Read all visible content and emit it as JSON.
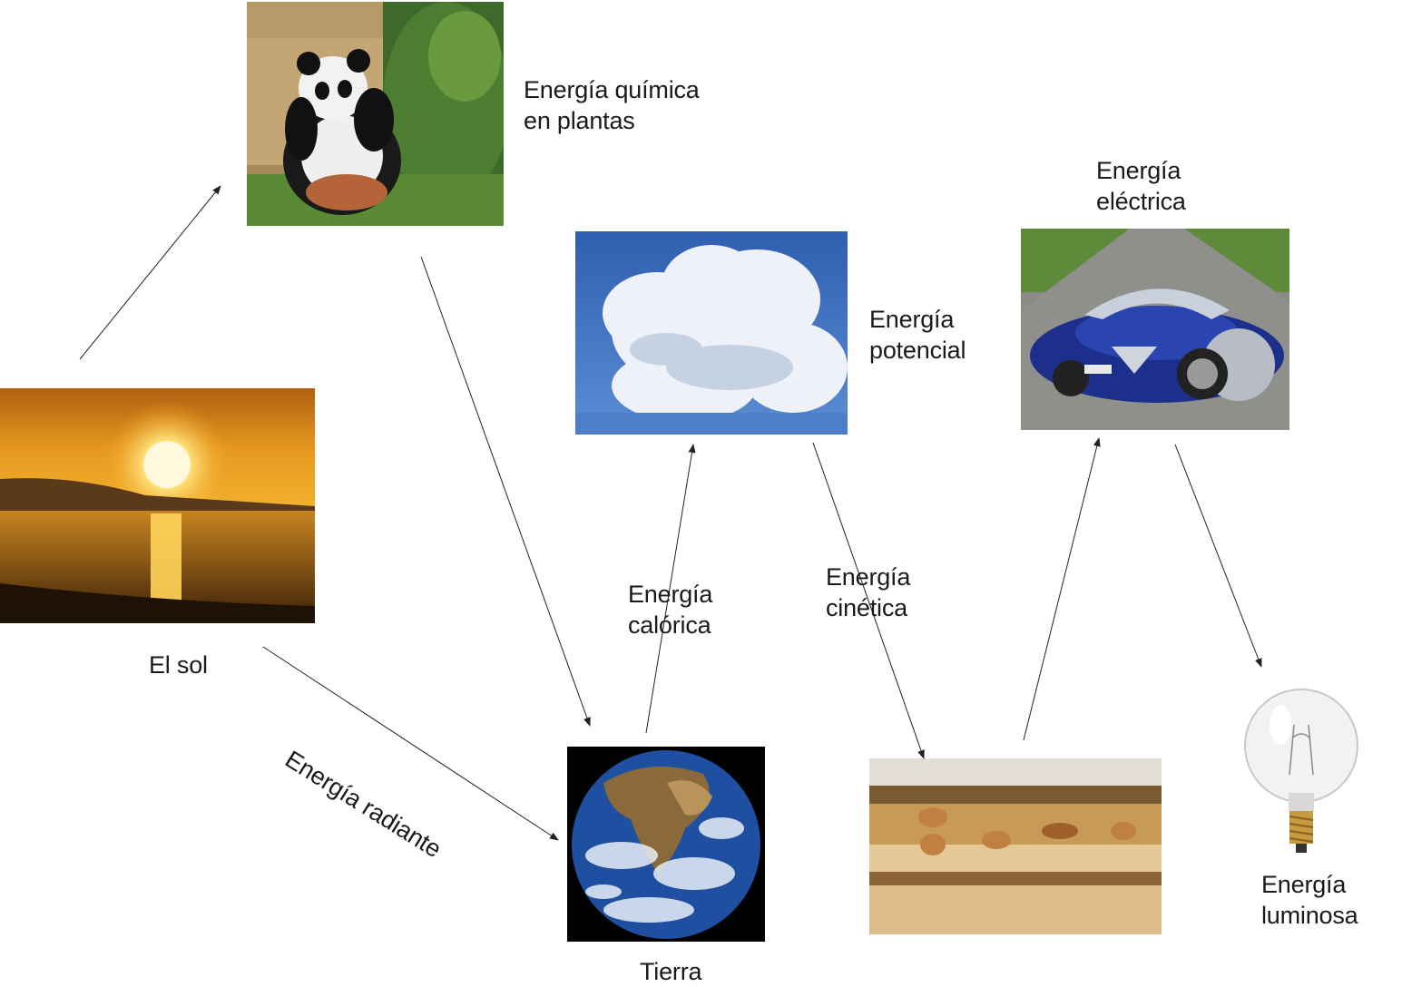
{
  "labels": {
    "quimica": [
      "Energía química",
      "en plantas"
    ],
    "electrica": [
      "Energía",
      "eléctrica"
    ],
    "potencial": [
      "Energía",
      "potencial"
    ],
    "sol": "El sol",
    "calorica": [
      "Energía",
      "calórica"
    ],
    "cinetica": [
      "Energía",
      "cinética"
    ],
    "radiante": "Energía radiante",
    "tierra": "Tierra",
    "luminosa": [
      "Energía",
      "luminosa"
    ]
  },
  "images": {
    "panda": "panda-bamboo-photo",
    "clouds": "cumulus-cloud-photo",
    "car": "blue-electric-car-photo",
    "sunset": "sunset-over-sea-photo",
    "earth": "planet-earth-photo",
    "termites": "termites-in-wood-photo",
    "bulb": "light-bulb-photo"
  },
  "colors": {
    "arrow": "#222222",
    "text": "#1a1a1a"
  }
}
